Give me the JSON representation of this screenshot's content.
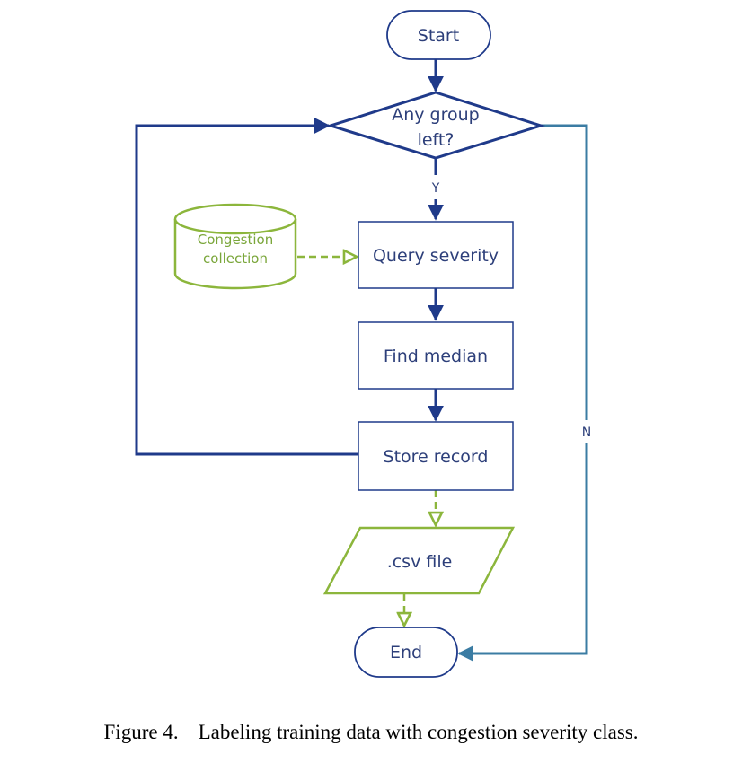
{
  "colors": {
    "primary": "#1f3a8a",
    "text": "#2d3f7a",
    "teal": "#3b7ca3",
    "green": "#8cb63c"
  },
  "nodes": {
    "start": "Start",
    "decision_line1": "Any group",
    "decision_line2": "left?",
    "datastore_line1": "Congestion",
    "datastore_line2": "collection",
    "query": "Query severity",
    "median": "Find median",
    "store": "Store record",
    "output": ".csv file",
    "end": "End"
  },
  "edges": {
    "yes_label": "Y",
    "no_label": "N"
  },
  "caption": {
    "number": "Figure 4.",
    "text": "Labeling training data with congestion severity class."
  }
}
